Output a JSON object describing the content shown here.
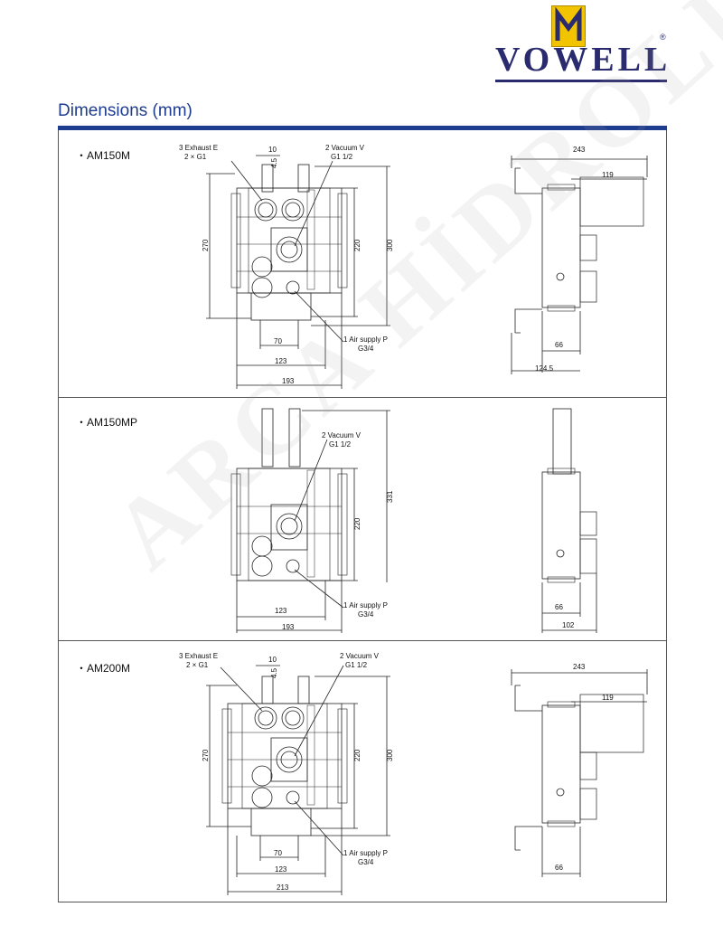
{
  "brand": {
    "name": "VOWELL",
    "registered": "®"
  },
  "page": {
    "heading": "Dimensions (mm)",
    "watermark": "ARCA HİDROLİK"
  },
  "sections": [
    {
      "title": "・AM150M",
      "callouts": {
        "exhaust_1": "3 Exhaust E",
        "exhaust_2": "2 × G1",
        "vacuum_1": "2 Vacuum V",
        "vacuum_2": "G1 1/2",
        "air_1": "1 Air supply P",
        "air_2": "G3/4"
      },
      "front_dims": {
        "d10": "10",
        "d45": "4.5",
        "d270": "270",
        "d220": "220",
        "d300": "300",
        "d70": "70",
        "d123": "123",
        "width": "193"
      },
      "side_dims": {
        "d243": "243",
        "d119": "119",
        "d66": "66",
        "d1245": "124.5"
      }
    },
    {
      "title": "・AM150MP",
      "callouts": {
        "vacuum_1": "2 Vacuum V",
        "vacuum_2": "G1 1/2",
        "air_1": "1 Air supply P",
        "air_2": "G3/4"
      },
      "front_dims": {
        "d331": "331",
        "d220": "220",
        "d123": "123",
        "width": "193"
      },
      "side_dims": {
        "d66": "66",
        "d102": "102"
      }
    },
    {
      "title": "・AM200M",
      "callouts": {
        "exhaust_1": "3 Exhaust E",
        "exhaust_2": "2 × G1",
        "vacuum_1": "2 Vacuum V",
        "vacuum_2": "G1 1/2",
        "air_1": "1 Air supply P",
        "air_2": "G3/4"
      },
      "front_dims": {
        "d10": "10",
        "d45": "4.5",
        "d270": "270",
        "d220": "220",
        "d300": "300",
        "d70": "70",
        "d123": "123",
        "width": "213"
      },
      "side_dims": {
        "d243": "243",
        "d119": "119",
        "d66": "66"
      }
    }
  ]
}
